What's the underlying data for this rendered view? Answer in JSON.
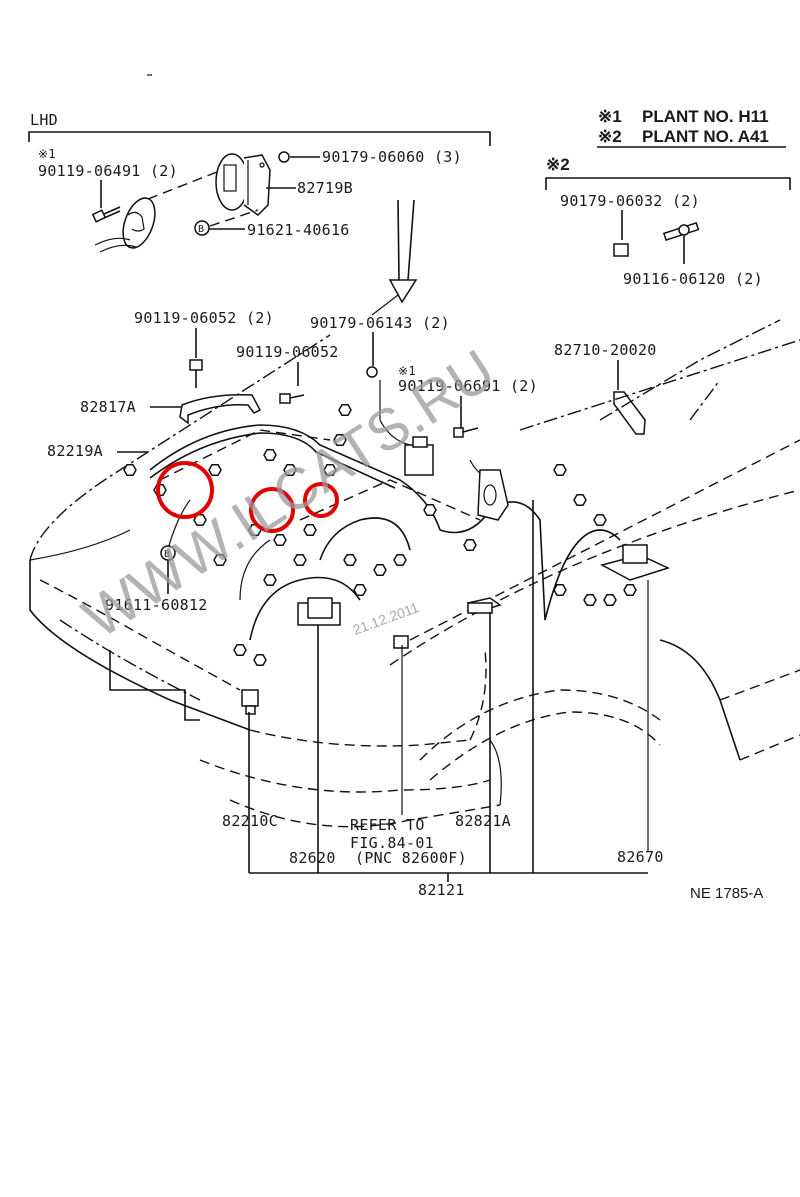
{
  "diagram": {
    "sheet_code": "NE 1785-A",
    "legend": [
      {
        "mark": "※1",
        "text": "PLANT NO. H11"
      },
      {
        "mark": "※2",
        "text": "PLANT NO. A41"
      }
    ],
    "groups": {
      "lhd": {
        "title": "LHD",
        "note_mark": "※1"
      },
      "plant2": {
        "title": "※2"
      }
    },
    "callouts": {
      "lhd_bolt": "90119-06491 (2)",
      "lhd_nut": "90179-06060 (3)",
      "lhd_bracket": "82719B",
      "lhd_clip_b": "91621-40616",
      "p2_nut": "90179-06032 (2)",
      "p2_bolt": "90116-06120 (2)",
      "bolt_a": "90119-06052 (2)",
      "nut_a": "90179-06143 (2)",
      "bolt_b": "90119-06052",
      "bolt_c_mark": "※1",
      "bolt_c": "90119-06691 (2)",
      "relay_bracket": "82710-20020",
      "protector": "82817A",
      "clamp": "82219A",
      "clip_b": "91611-60812",
      "clip_b_symbol": "B",
      "lhd_clip_symbol": "B",
      "conn_c": "82210C",
      "conn_620": "82620",
      "refer_line1": "REFER TO",
      "refer_line2": "FIG.84-01",
      "refer_pnc": "(PNC 82600F)",
      "conn_821": "82821A",
      "harness": "82121",
      "junction": "82670"
    },
    "watermark": "WWW.ILCATS.RU",
    "date_stamp": "21.12.2011",
    "highlight_color": "#e00000"
  }
}
